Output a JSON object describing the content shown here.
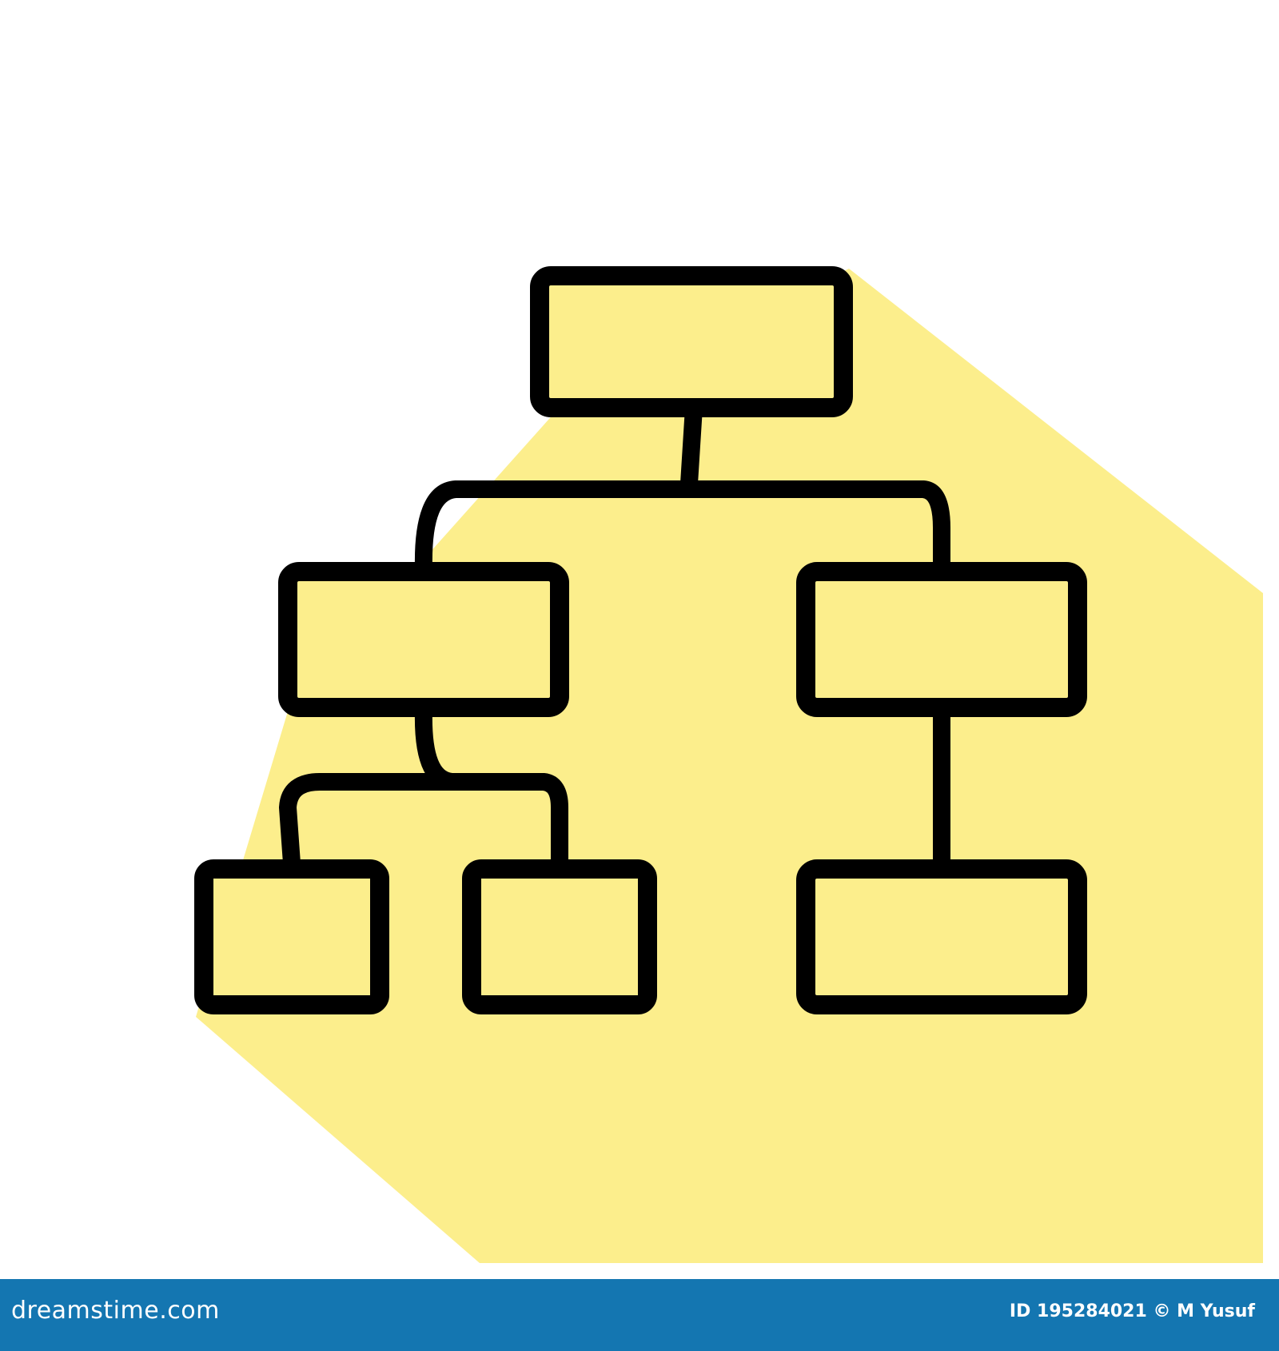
{
  "colors": {
    "background": "#ffffff",
    "shadow_fill": "#fcee8c",
    "box_fill": "#fcee8c",
    "outline": "#000000",
    "footer_bar": "#1476b1",
    "footer_text": "#ffffff"
  },
  "diagram": {
    "type": "org-chart-icon",
    "levels": [
      {
        "boxes": 1
      },
      {
        "boxes": 2
      },
      {
        "boxes": 3
      }
    ]
  },
  "footer": {
    "logo_text": "dreamstime.com",
    "credit_text": "ID 195284021 © M Yusuf"
  }
}
